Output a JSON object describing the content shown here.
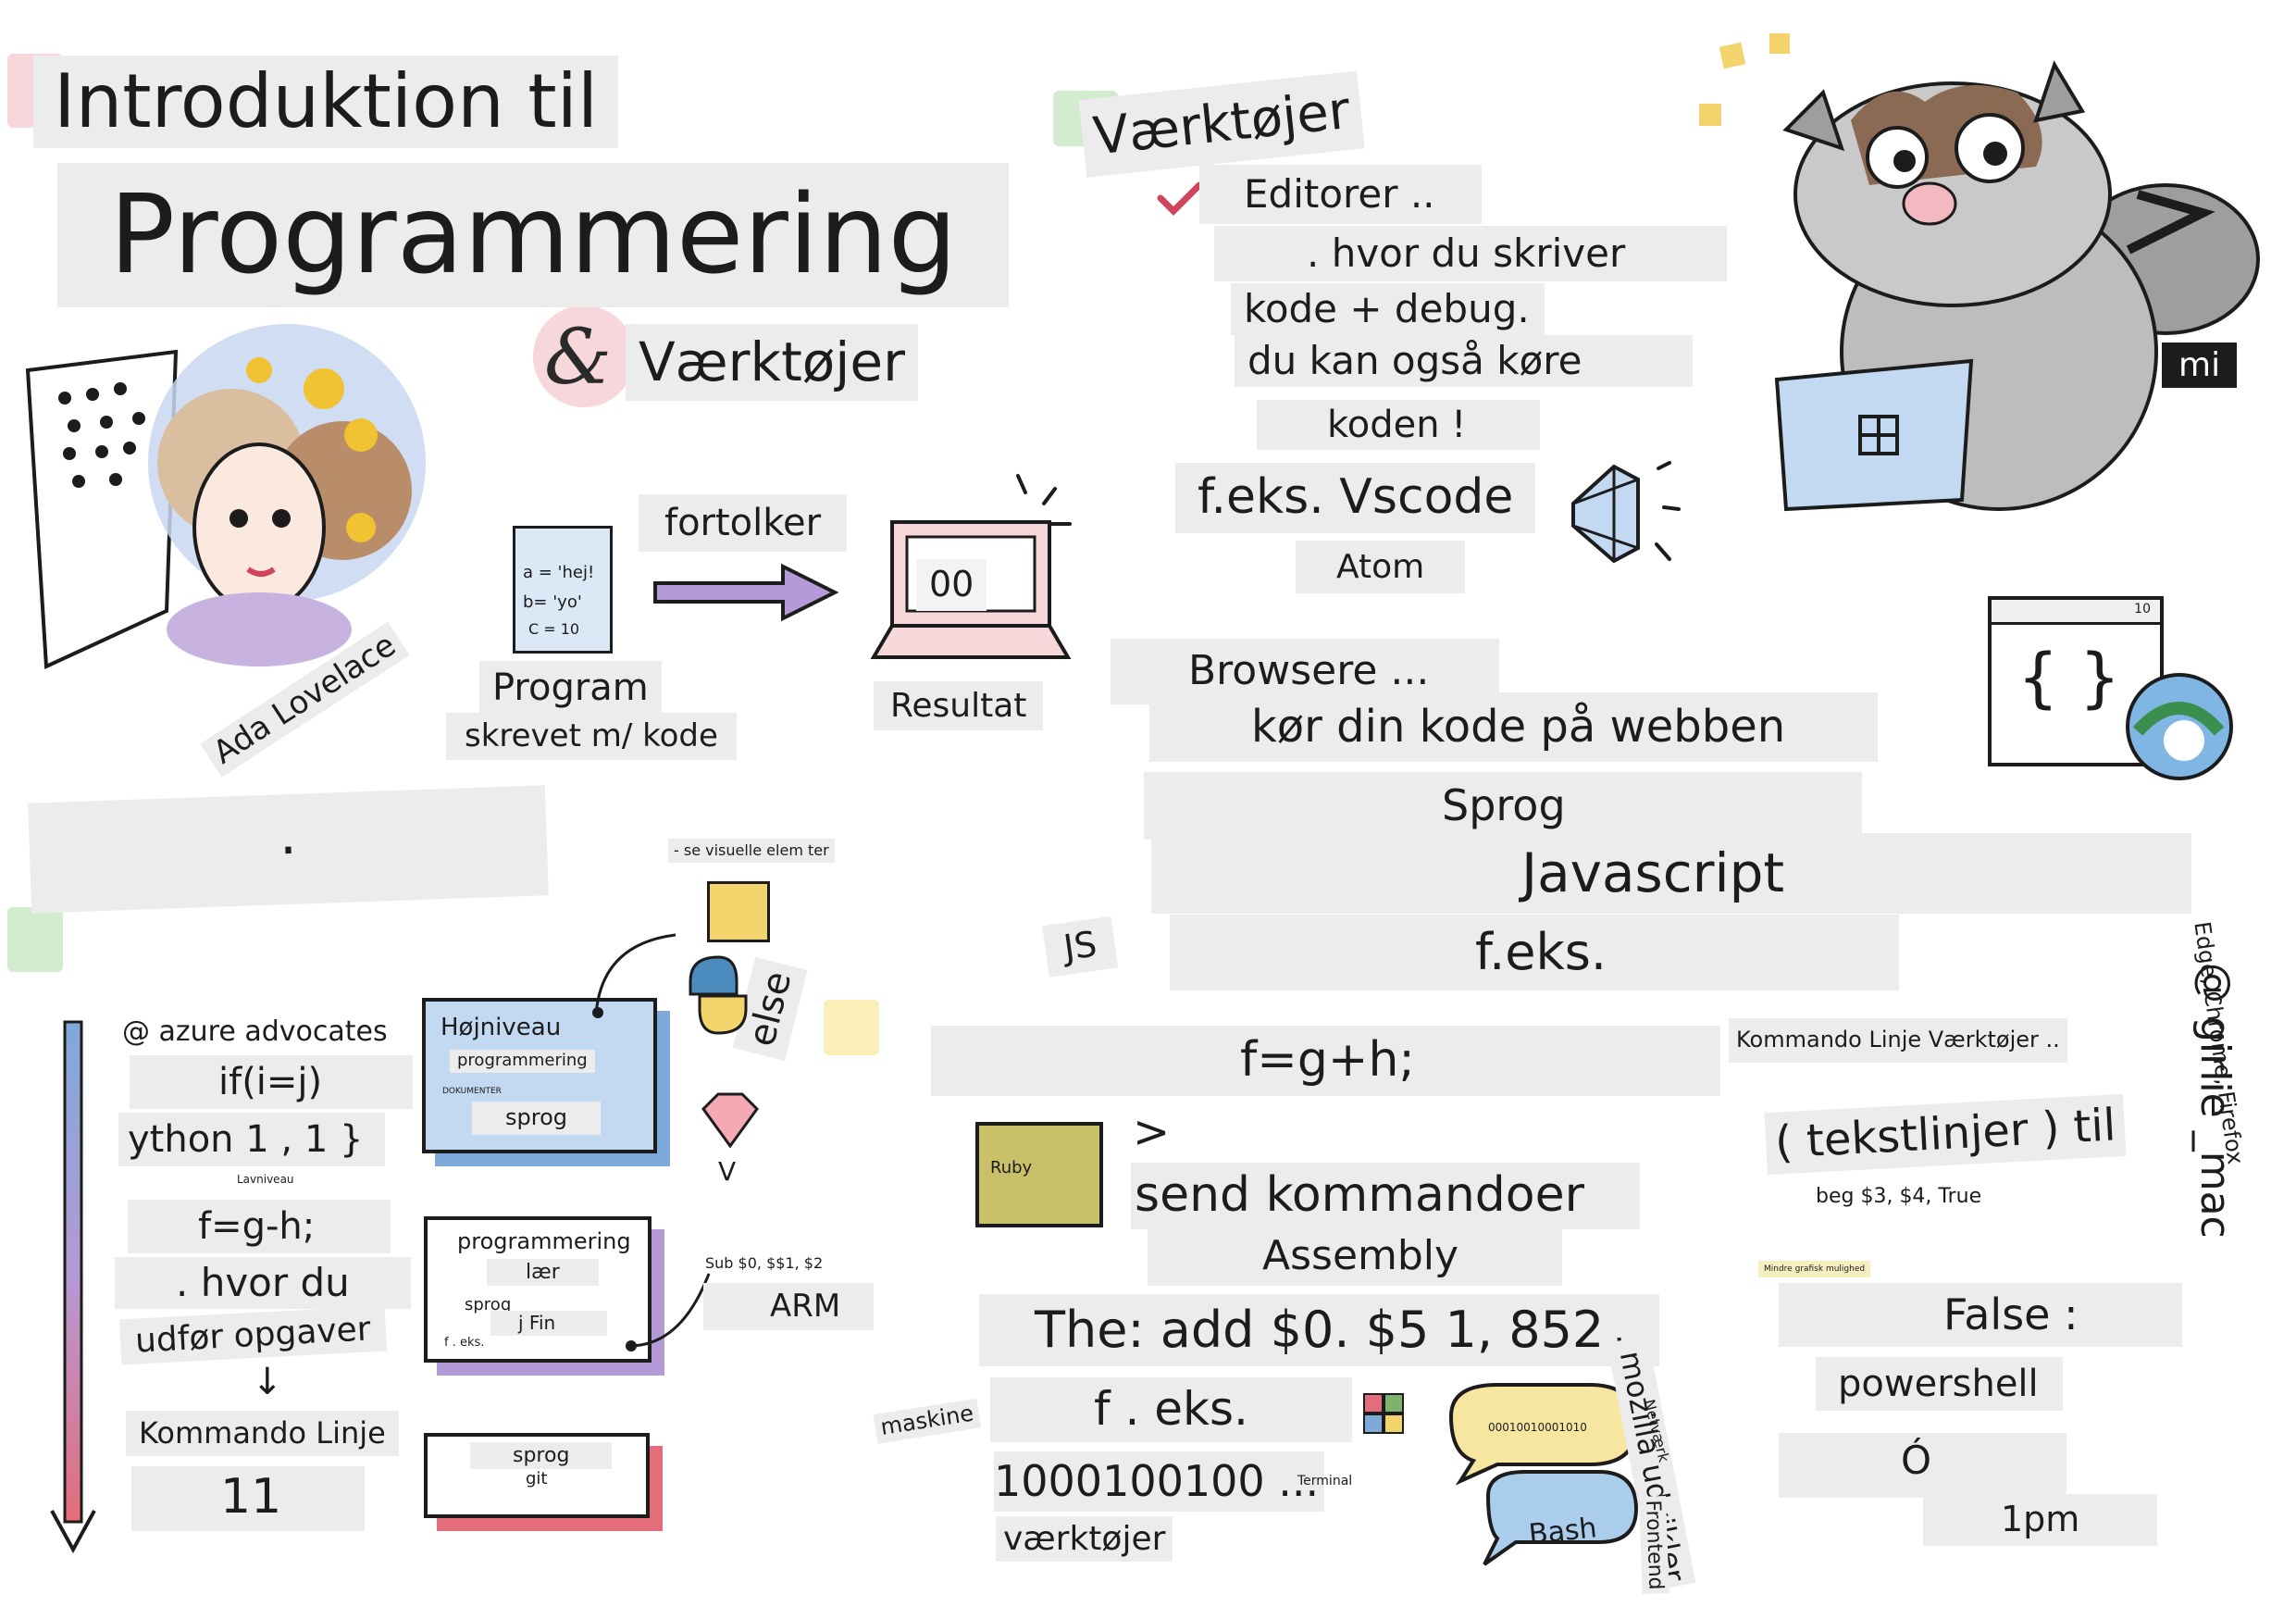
{
  "title": {
    "line1": "Introduktion til",
    "line2": "Programmering",
    "line3": "Værktøjer",
    "ampersand": "&"
  },
  "ada": {
    "name": "Ada Lovelace"
  },
  "flow": {
    "code_lines": [
      "a = 'hej!",
      "b= 'yo'",
      "C = 10"
    ],
    "interpreter": "fortolker",
    "program": "Program",
    "program_sub": "skrevet m/ kode",
    "screen_value": "00",
    "result": "Resultat"
  },
  "tools": {
    "heading": "Værktøjer",
    "editors": "Editorer ..",
    "editors_desc": [
      ". hvor du skriver",
      "kode + debug.",
      "du kan også køre",
      "koden !"
    ],
    "example": "f.eks. Vscode",
    "atom": "Atom",
    "browsers": "Browsere ...",
    "browsers_desc": "kør din kode på webben",
    "browser_window_number": "10"
  },
  "raccoon": {
    "badge": "mi"
  },
  "left_panel": {
    "dot": ".",
    "small_note_top": "- se visuelle elem     ter",
    "else_word": "else",
    "arrow_labels": [
      "@ azure advocates",
      "if(i=j)",
      "ython 1 , 1 }",
      "Lavniveau",
      "f=g-h;",
      ". hvor du",
      "udfør opgaver",
      "↓",
      "Kommando Linje",
      "11"
    ],
    "card1": {
      "title": "Højniveau",
      "sub": "programmering",
      "tiny": "DOKUMENTER",
      "lang": "sprog"
    },
    "card2": {
      "l1": "programmering",
      "l2": "lær",
      "l3": "sproq",
      "l4": "j Fin",
      "l5": "f . eks."
    },
    "card3": {
      "l1": "sprog",
      "l2": "git"
    },
    "ruby_v": "V",
    "sub_note": "Sub $0, $$1, $2",
    "arm": "ARM",
    "maskine": "maskine"
  },
  "right_panel": {
    "sprog": "Sprog",
    "javascript": "Javascript",
    "js": "JS",
    "feks": "f.eks.",
    "code": "f=g+h;",
    "ruby": "Ruby",
    "prompt": ">",
    "send": "send kommandoer",
    "assembly": "Assembly",
    "the_add": "The: add $0. $5 1, 852",
    "feks2": "f . eks.",
    "binary": "1000100100 ...",
    "terminal": "Terminal",
    "vaerktojer": "værktøjer",
    "bubble_binary": "00010010001010",
    "bash": "Bash",
    "mozilla": ". mozilla udvikler",
    "netvaerk": "Netværk",
    "frontend": "Frontend"
  },
  "cli_panel": {
    "heading": "Kommando Linje Værktøjer ..",
    "tekst": "( tekstlinjer ) til",
    "beg": "beg $3, $4, True",
    "mindre": "Mindre grafisk mulighed",
    "false": "False :",
    "powershell": "powershell",
    "o": "Ó",
    "time": "1pm"
  },
  "credits": {
    "handle": "@ girlie _mac",
    "browsers": "Edge, Chrome, Firefox"
  },
  "colors": {
    "label_bg": "#ececec",
    "arrow_top": "#7fa9d8",
    "arrow_bottom": "#e36d7b",
    "purple": "#b49ad6",
    "ink": "#1c1c1c",
    "yellow": "#f3d36b",
    "pink": "#f5c6cc",
    "green": "#c6e3c2",
    "blue": "#a9cdeb"
  }
}
